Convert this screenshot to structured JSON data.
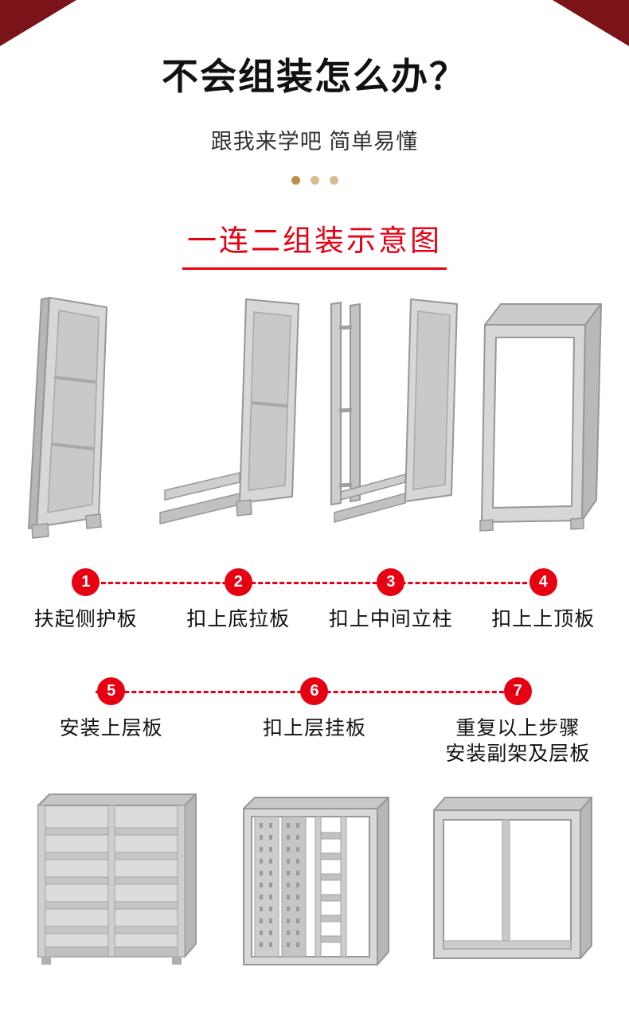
{
  "header": {
    "title": "不会组装怎么办？",
    "subtitle": "跟我来学吧 简单易懂"
  },
  "section": {
    "title": "一连二组装示意图"
  },
  "steps_row1": [
    {
      "num": "1",
      "label": "扶起侧护板"
    },
    {
      "num": "2",
      "label": "扣上底拉板"
    },
    {
      "num": "3",
      "label": "扣上中间立柱"
    },
    {
      "num": "4",
      "label": "扣上上顶板"
    }
  ],
  "steps_row2": [
    {
      "num": "5",
      "label": "安装上层板"
    },
    {
      "num": "6",
      "label": "扣上层挂板"
    },
    {
      "num": "7",
      "label": "重复以上步骤",
      "label2": "安装副架及层板"
    }
  ],
  "figures": {
    "step1": "raised-side-panel",
    "step2": "side-panel-with-bottom-rails",
    "step3": "frame-with-middle-post",
    "step4": "frame-with-top-panel",
    "result1": "assembled-shelf-with-layers",
    "result2": "frame-with-back-panels-and-hanging-boards",
    "result3": "double-bay-open-frame"
  },
  "colors": {
    "accent_red": "#e60012",
    "corner_maroon": "#7a1418",
    "title_black": "#111111",
    "dot_colors": [
      "#bf8c4a",
      "#d9bb8e",
      "#d9bb8e"
    ]
  }
}
